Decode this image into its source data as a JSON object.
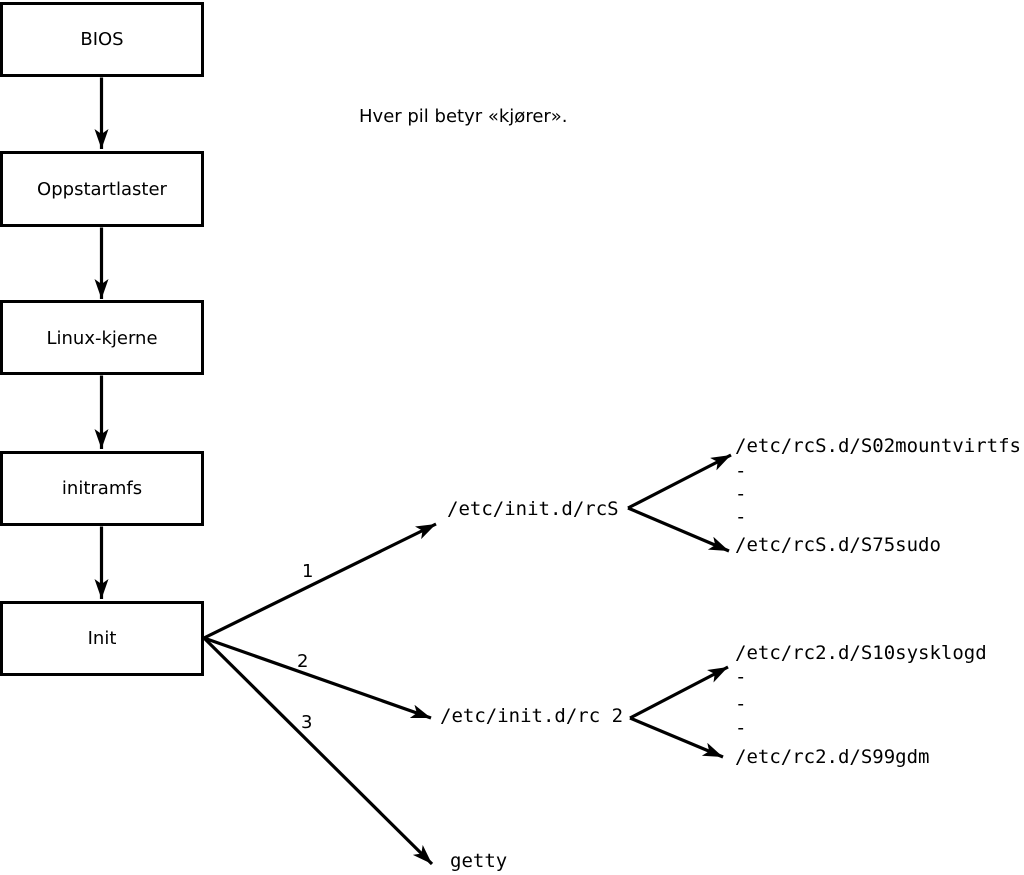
{
  "diagram": {
    "caption": "Hver pil betyr «kjører».",
    "boot_chain": [
      {
        "label": "BIOS"
      },
      {
        "label": "Oppstartlaster"
      },
      {
        "label": "Linux-kjerne"
      },
      {
        "label": "initramfs"
      },
      {
        "label": "Init"
      }
    ],
    "branches": [
      {
        "number": "1",
        "target": "/etc/init.d/rcS",
        "scripts": [
          "/etc/rcS.d/S02mountvirtfs",
          "-",
          "-",
          "-",
          "/etc/rcS.d/S75sudo"
        ]
      },
      {
        "number": "2",
        "target": "/etc/init.d/rc 2",
        "scripts": [
          "/etc/rc2.d/S10sysklogd",
          "-",
          "-",
          "-",
          "/etc/rc2.d/S99gdm"
        ]
      },
      {
        "number": "3",
        "target": "getty",
        "scripts": []
      }
    ],
    "colors": {
      "line": "#000000",
      "background": "#ffffff",
      "text": "#000000"
    }
  }
}
